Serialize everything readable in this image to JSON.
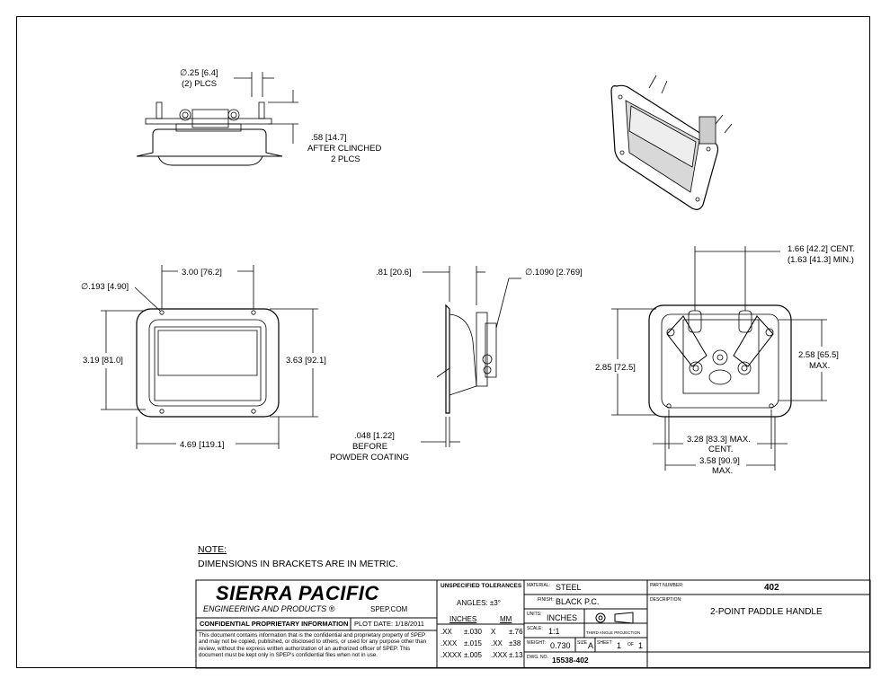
{
  "top_view": {
    "hole_dia": "∅.25",
    "hole_dia_mm": "6.4",
    "hole_qty": "(2) PLCS",
    "stud_height": ".58",
    "stud_height_mm": "14.7",
    "stud_note_1": "AFTER CLINCHED",
    "stud_note_2": "2 PLCS"
  },
  "front_view": {
    "hole_dia": "∅.193",
    "hole_dia_mm": "4.90",
    "hole_spacing": "3.00",
    "hole_spacing_mm": "76.2",
    "height_inner": "3.19",
    "height_inner_mm": "81.0",
    "height_outer": "3.63",
    "height_outer_mm": "92.1",
    "width": "4.69",
    "width_mm": "119.1"
  },
  "side_view": {
    "depth": ".81",
    "depth_mm": "20.6",
    "pin_dia": "∅.1090",
    "pin_dia_mm": "2.769",
    "thickness": ".048",
    "thickness_mm": "1.22",
    "thickness_note_1": "BEFORE",
    "thickness_note_2": "POWDER COATING"
  },
  "rear_view": {
    "cent": "1.66",
    "cent_mm": "42.2",
    "cent_label": "CENT.",
    "cent_min": "(1.63",
    "cent_min_mm": "41.3",
    "cent_min_label": "MIN.)",
    "height": "2.85",
    "height_mm": "72.5",
    "max_height": "2.58",
    "max_height_mm": "65.5",
    "max_label": "MAX.",
    "cent_width": "3.28",
    "cent_width_mm": "83.3",
    "cent_width_label_1": "MAX.",
    "cent_width_label_2": "CENT.",
    "max_width": "3.58",
    "max_width_mm": "90.9",
    "max_width_label": "MAX."
  },
  "notes": {
    "heading": "NOTE:",
    "text": "DIMENSIONS IN BRACKETS ARE IN METRIC."
  },
  "title_block": {
    "company": "SIERRA PACIFIC",
    "company_sub": "ENGINEERING AND PRODUCTS",
    "registered": "®",
    "website": "SPEP.COM",
    "confidential_title": "CONFIDENTIAL PROPRIETARY INFORMATION",
    "plot_date": "PLOT DATE: 1/18/2011",
    "confidential_text": "This document contains information that is the confidential and proprietary property of SPEP and may not be copied, published, or disclosed to others, or used for any purpose other than review, without the express written authorization of an authorized officer of SPEP. This document must be kept only in SPEP's confidential files when not in use.",
    "tolerances_title": "UNSPECIFIED TOLERANCES",
    "angles": "ANGLES: ±3°",
    "inches_head": "INCHES",
    "mm_head": "MM",
    "tol_rows": [
      {
        "in_fmt": ".XX",
        "in_tol": "±.030",
        "mm_fmt": "X",
        "mm_tol": "±.76"
      },
      {
        "in_fmt": ".XXX",
        "in_tol": "±.015",
        "mm_fmt": ".XX",
        "mm_tol": "±38"
      },
      {
        "in_fmt": ".XXXX",
        "in_tol": "±.005",
        "mm_fmt": ".XXX",
        "mm_tol": "±.13"
      }
    ],
    "material_label": "MATERIAL:",
    "material": "STEEL",
    "finish_label": "FINISH:",
    "finish": "BLACK P.C.",
    "units_label": "UNITS:",
    "units": "INCHES",
    "scale_label": "SCALE:",
    "scale": "1:1",
    "projection": "THIRD ANGLE PROJECTION",
    "weight_label": "WEIGHT:",
    "weight": "0.730",
    "size_label": "SIZE",
    "size": "A",
    "sheet_label": "SHEET",
    "sheet": "1",
    "of_label": "OF",
    "of": "1",
    "dwg_label": "DWG. NO.",
    "dwg_no": "15538-402",
    "part_label": "PART NUMBER:",
    "part_number": "402",
    "desc_label": "DESCRIPTION:",
    "description": "2-POINT PADDLE HANDLE"
  }
}
